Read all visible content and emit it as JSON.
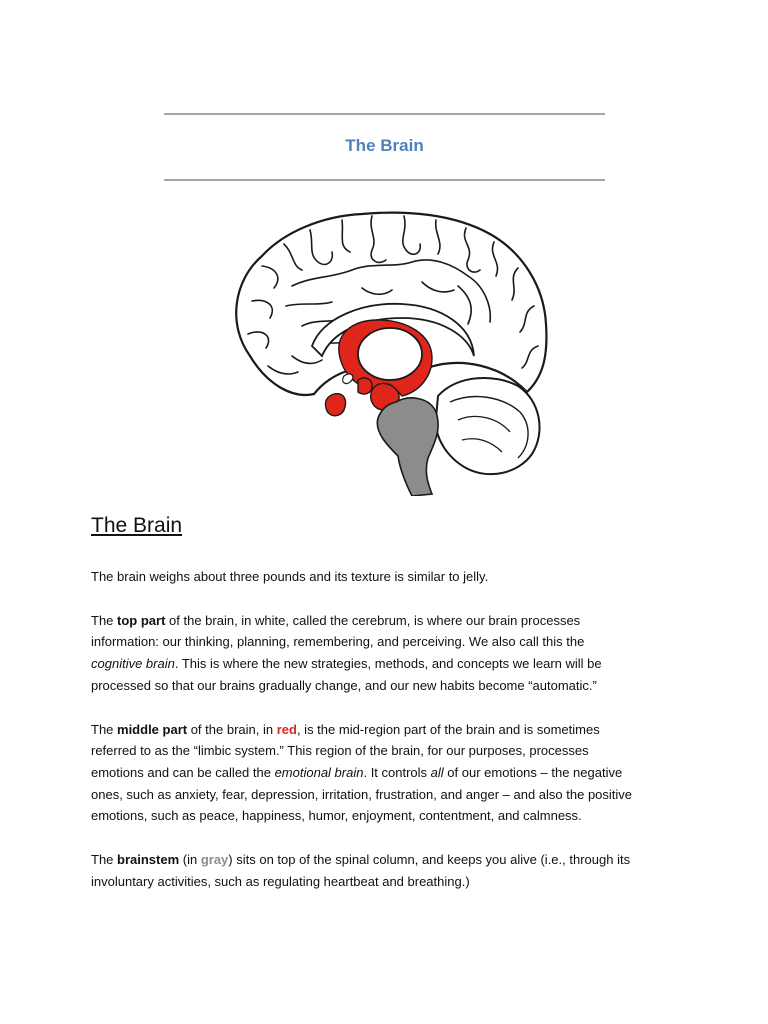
{
  "title": "The Brain",
  "heading": "The Brain",
  "colors": {
    "title": "#4f81bd",
    "limbic_red": "#e0261b",
    "brainstem_gray": "#8c8c8c"
  },
  "figure": {
    "icon": "brain-diagram-icon"
  },
  "p1": "The brain weighs about three pounds and its texture is similar to jelly.",
  "p2": {
    "l1_pre": "The ",
    "l1_bold": "top part",
    "l1_post": " of the brain, in white, called the cerebrum, is where our brain processes",
    "l2": "information: our thinking, planning, remembering, and perceiving.  We also call this the",
    "l3_italic": "cognitive brain",
    "l3_post": ".  This is where the new strategies, methods, and concepts we learn will be",
    "l4": "processed so that our brains gradually change, and our new habits become “automatic.”"
  },
  "p3": {
    "l1_pre": "The ",
    "l1_bold": "middle part",
    "l1_mid": " of the brain, in ",
    "l1_red": "red",
    "l1_post": ", is the mid-region part of the brain and is sometimes",
    "l2": "referred to as the “limbic system.”  This region of the brain, for our purposes, processes",
    "l3_pre": "emotions and can be called the ",
    "l3_italic": "emotional brain",
    "l3_mid": ".  It controls ",
    "l3_italic2": "all",
    "l3_post": " of our emotions – the negative",
    "l4": "ones, such as anxiety, fear, depression, irritation, frustration, and anger – and also the positive",
    "l5": "emotions, such as peace, happiness, humor, enjoyment, contentment, and calmness."
  },
  "p4": {
    "l1_pre": "The ",
    "l1_bold": "brainstem",
    "l1_mid": " (in ",
    "l1_gray": "gray",
    "l1_post": ") sits on top of the spinal column, and keeps you alive (i.e., through its",
    "l2": "involuntary activities, such as regulating heartbeat and breathing.)"
  }
}
